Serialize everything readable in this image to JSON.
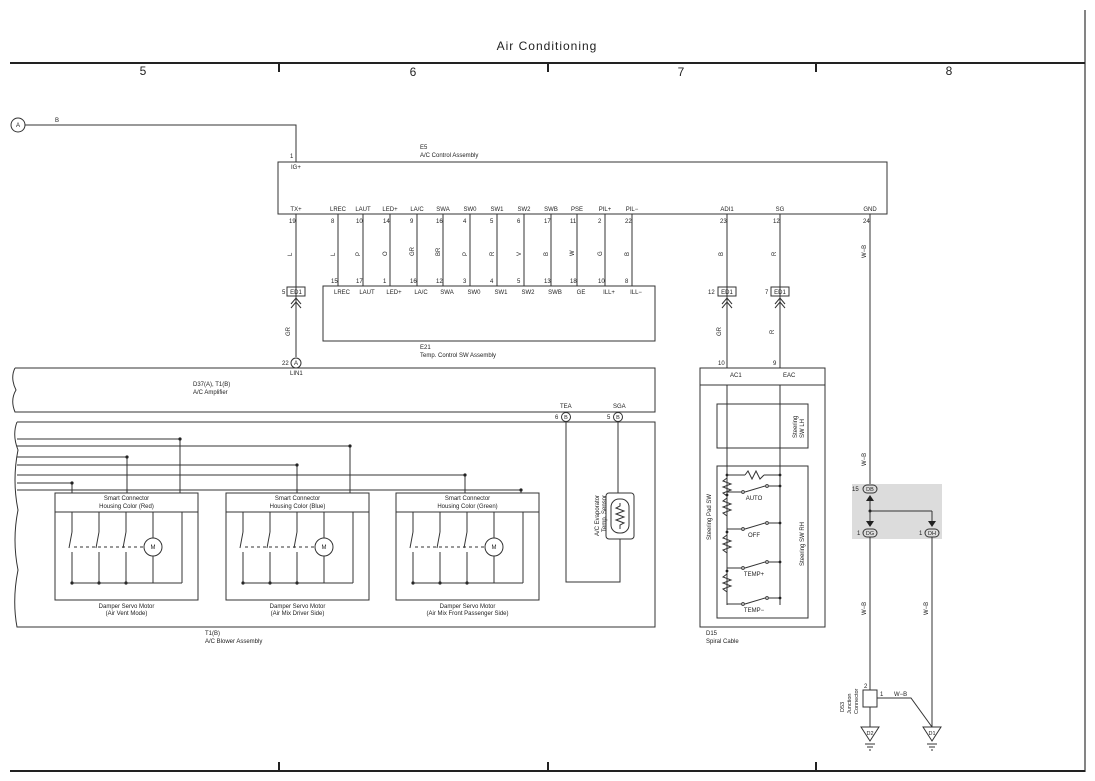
{
  "title": "Air Conditioning",
  "columns": [
    "5",
    "6",
    "7",
    "8"
  ],
  "pin_a_label": "A",
  "wire_b": "B",
  "e5": {
    "id": "E5",
    "name": "A/C Control Assembly",
    "top_pin_num": "1",
    "top_pin_name": "IG+",
    "pins": [
      {
        "name": "TX+",
        "num": "19",
        "color": "L"
      },
      {
        "name": "LREC",
        "num": "8",
        "color": "L"
      },
      {
        "name": "LAUT",
        "num": "10",
        "color": "P"
      },
      {
        "name": "LED+",
        "num": "14",
        "color": "O"
      },
      {
        "name": "LA/C",
        "num": "9",
        "color": "GR"
      },
      {
        "name": "SWA",
        "num": "16",
        "color": "BR"
      },
      {
        "name": "SW0",
        "num": "4",
        "color": "P"
      },
      {
        "name": "SW1",
        "num": "5",
        "color": "R"
      },
      {
        "name": "SW2",
        "num": "6",
        "color": "V"
      },
      {
        "name": "SWB",
        "num": "17",
        "color": "B"
      },
      {
        "name": "PSE",
        "num": "11",
        "color": "W"
      },
      {
        "name": "PIL+",
        "num": "2",
        "color": "G"
      },
      {
        "name": "PIL−",
        "num": "22",
        "color": "B"
      },
      {
        "name": "ADI1",
        "num": "23",
        "color": "B"
      },
      {
        "name": "SG",
        "num": "12",
        "color": "R"
      },
      {
        "name": "GND",
        "num": "24",
        "color": "W−B"
      }
    ]
  },
  "e21": {
    "id": "E21",
    "name": "Temp. Control SW Assembly",
    "pins": [
      {
        "name": "LREC",
        "num": "15"
      },
      {
        "name": "LAUT",
        "num": "17"
      },
      {
        "name": "LED+",
        "num": "1"
      },
      {
        "name": "LA/C",
        "num": "16"
      },
      {
        "name": "SWA",
        "num": "12"
      },
      {
        "name": "SW0",
        "num": "3"
      },
      {
        "name": "SW1",
        "num": "4"
      },
      {
        "name": "SW2",
        "num": "5"
      },
      {
        "name": "SWB",
        "num": "13"
      },
      {
        "name": "GE",
        "num": "18"
      },
      {
        "name": "ILL+",
        "num": "10"
      },
      {
        "name": "ILL−",
        "num": "8"
      }
    ]
  },
  "ed1_connectors": [
    {
      "pin": "5",
      "label": "ED1",
      "wire": "GR"
    },
    {
      "pin": "12",
      "label": "ED1",
      "wire": "GR"
    },
    {
      "pin": "7",
      "label": "ED1",
      "wire": "R"
    }
  ],
  "amplifier": {
    "id": "D37(A), T1(B)",
    "name": "A/C Amplifier",
    "lin_pin": "22",
    "lin_conn": "A",
    "lin_name": "LIN1",
    "tea_name": "TEA",
    "tea_pin": "6",
    "sga_name": "SGA",
    "sga_pin": "5",
    "conn_b": "B"
  },
  "blower": {
    "id": "T1(B)",
    "name": "A/C Blower Assembly",
    "sensor_line1": "A/C Evaporator",
    "sensor_line2": "Temp. Sensor",
    "motors": [
      {
        "sc": "Smart Connector",
        "color": "Housing Color (Red)",
        "name": "Damper Servo Motor",
        "mode": "(Air Vent Mode)"
      },
      {
        "sc": "Smart Connector",
        "color": "Housing Color (Blue)",
        "name": "Damper Servo Motor",
        "mode": "(Air Mix Driver Side)"
      },
      {
        "sc": "Smart Connector",
        "color": "Housing Color (Green)",
        "name": "Damper Servo Motor",
        "mode": "(Air Mix Front Passenger Side)"
      }
    ],
    "motor_symbol": "M"
  },
  "spiral": {
    "id": "D15",
    "name": "Spiral Cable",
    "pin_ac1_num": "10",
    "pin_ac1": "AC1",
    "pin_eac_num": "9",
    "pin_eac": "EAC",
    "lh_line1": "Steering",
    "lh_line2": "SW LH",
    "rh": "Steering SW RH",
    "pad": "Steering Pad SW",
    "switches": [
      "AUTO",
      "OFF",
      "TEMP+",
      "TEMP−"
    ]
  },
  "junction": {
    "wire": "W−B",
    "db_pin": "15",
    "db": "DB",
    "dg_pin": "1",
    "dg": "DG",
    "dh_pin": "1",
    "dh": "DH",
    "d53_line1": "D53",
    "d53_line2": "Junction",
    "d53_line3": "Connector",
    "d53_pin2": "2",
    "d53_pin1": "1",
    "d53_wire": "W−B",
    "ground_d2": "D2",
    "ground_d1": "D1"
  }
}
